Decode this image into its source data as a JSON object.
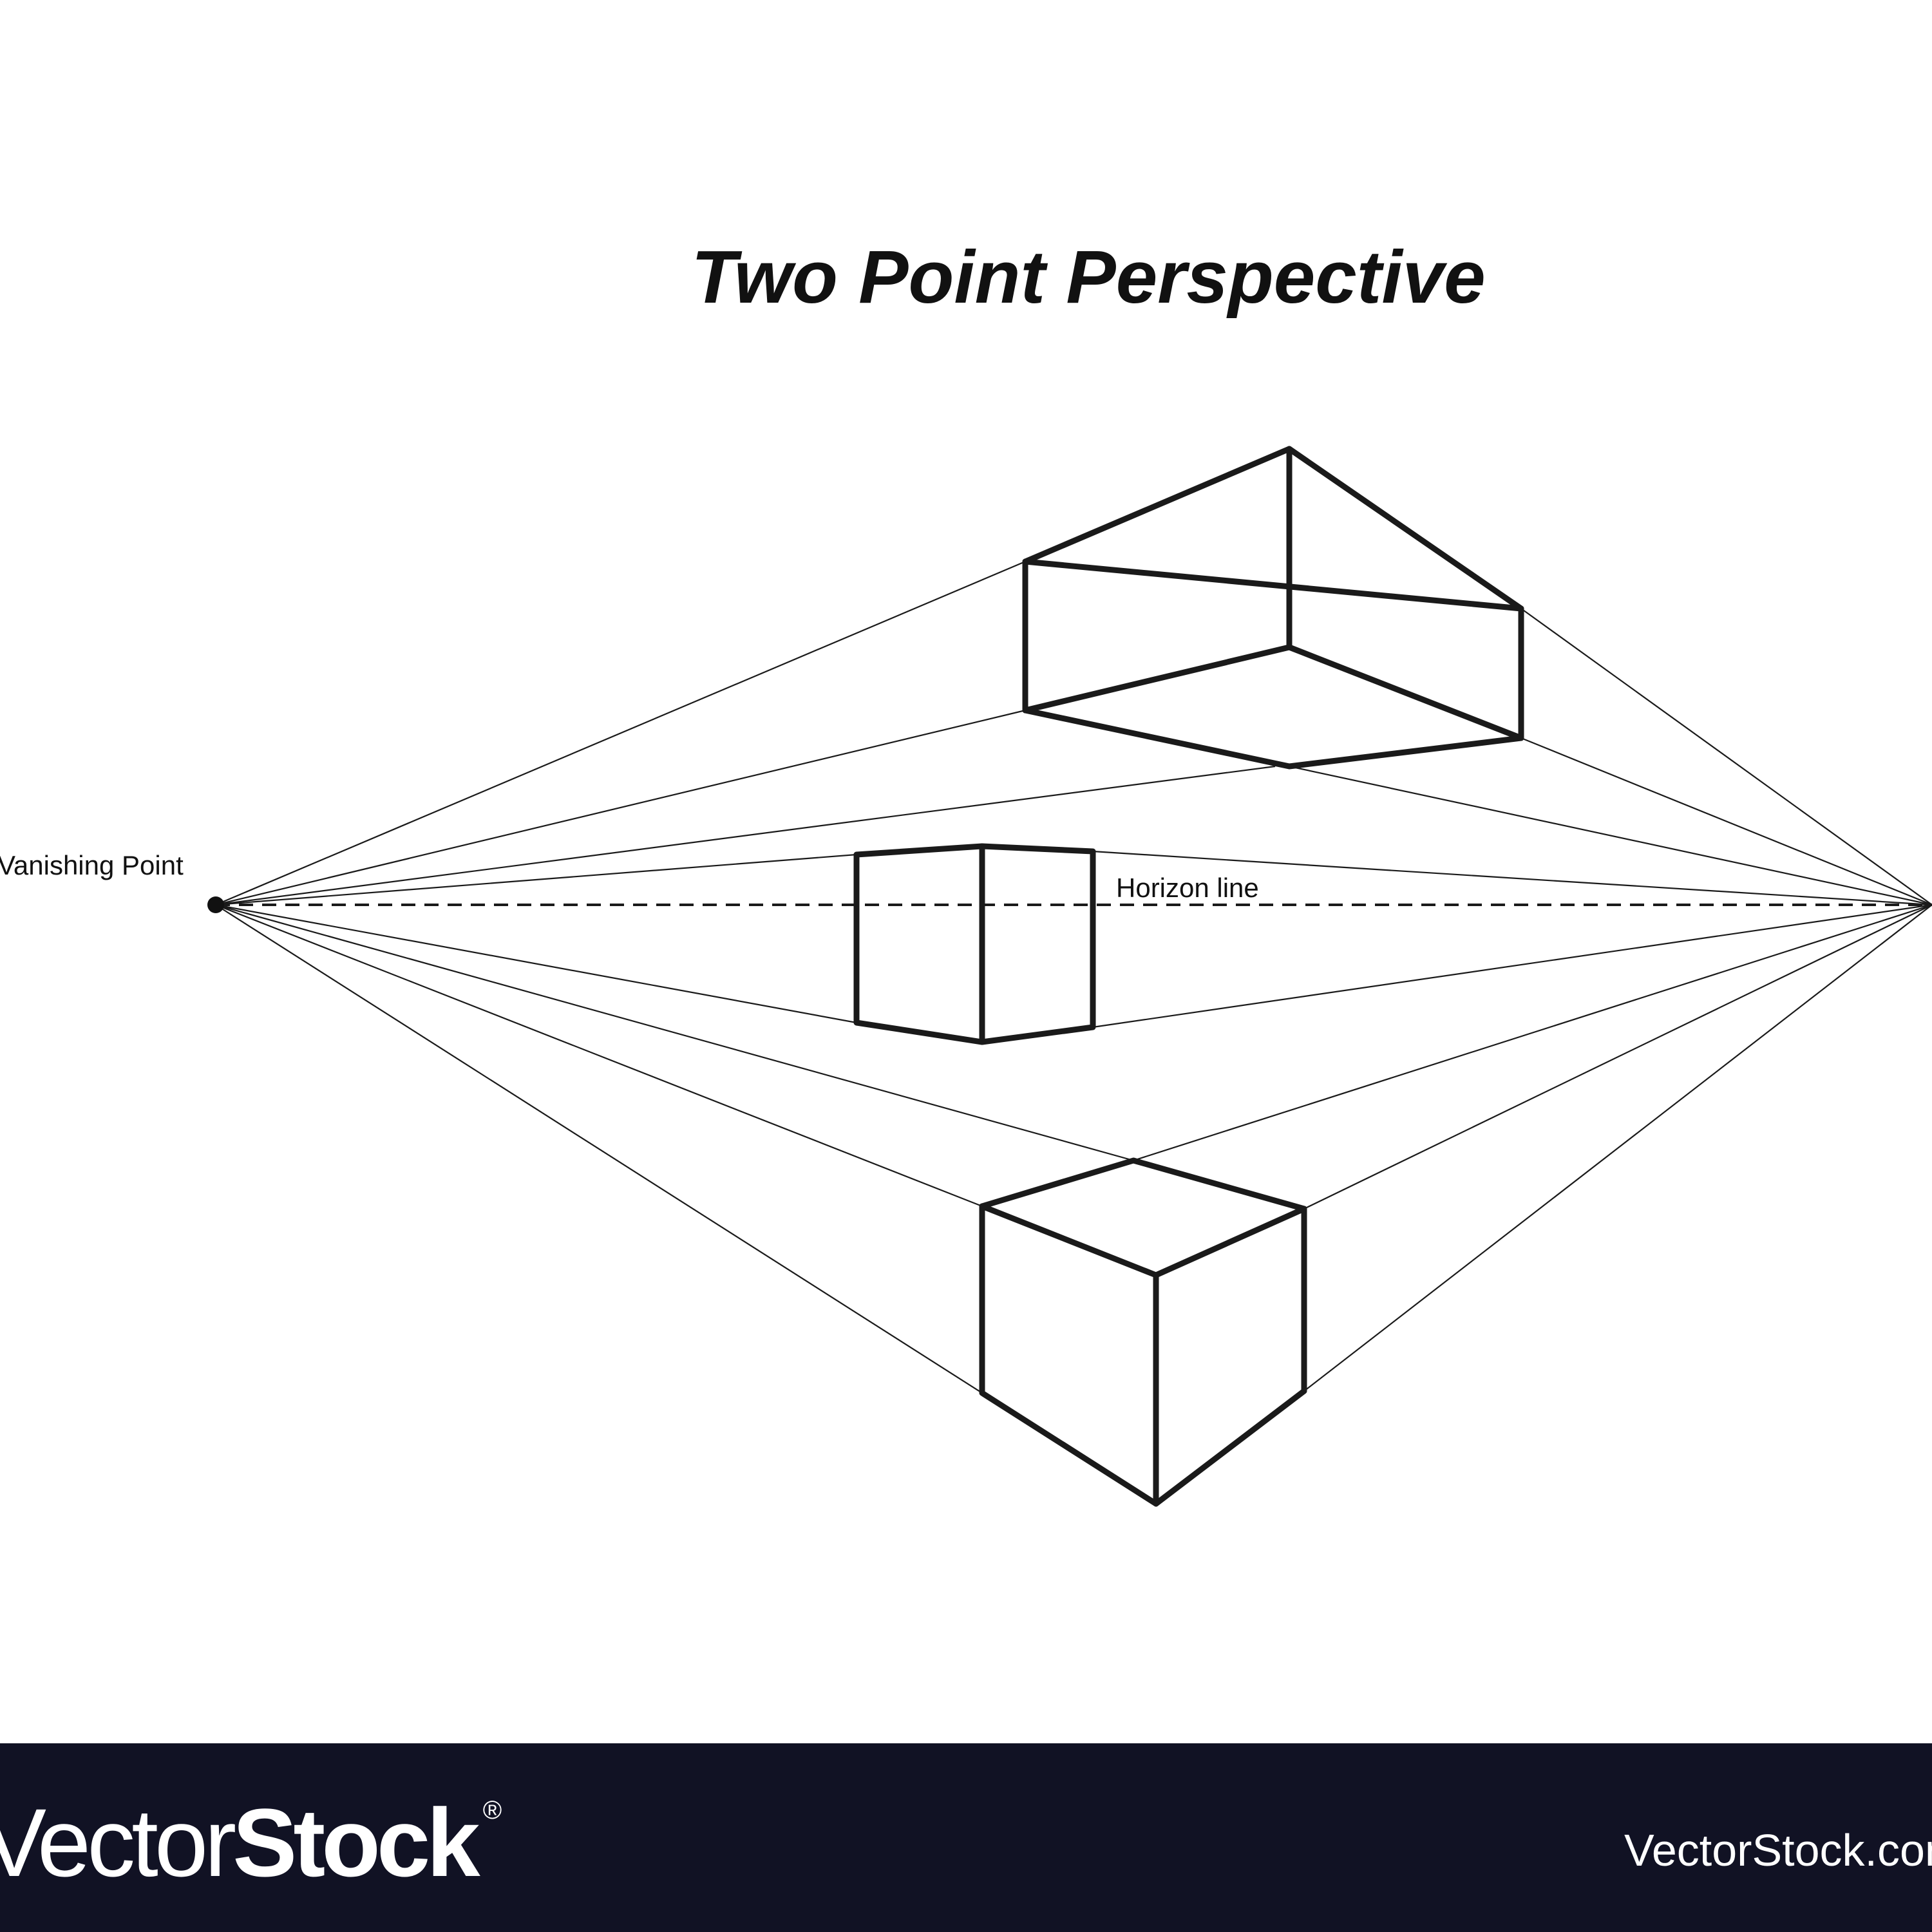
{
  "diagram": {
    "title": "Two Point Perspective",
    "vanishing_point_label": "Vanishing Point",
    "horizon_label": "Horizon line"
  },
  "footer": {
    "brand_part1": "Vector",
    "brand_part2": "Stock",
    "registered_mark": "®",
    "site": "VectorStock.com"
  },
  "colors": {
    "line": "#1a1a1a",
    "background": "#ffffff",
    "footer_background": "#111224",
    "footer_text": "#ffffff"
  }
}
